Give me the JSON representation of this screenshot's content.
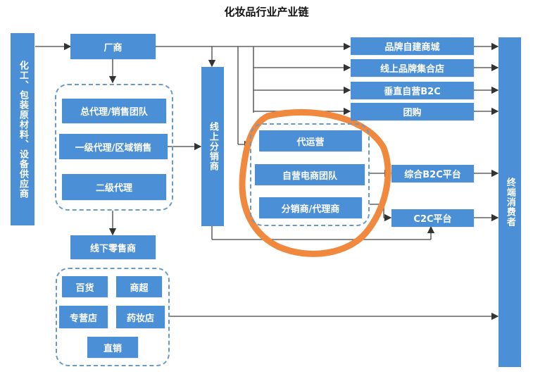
{
  "title": "化妆品行业产业链",
  "nodes": {
    "supplier": "化工、包装原材料、设备供应商",
    "manufacturer": "厂商",
    "general_agent": "总代理/销售团队",
    "first_agent": "一级代理/区域销售",
    "second_agent": "二级代理",
    "online_dist": "线上分销商",
    "brand_mall": "品牌自建商城",
    "brand_store": "线上品牌集合店",
    "vertical_b2c": "垂直自营B2C",
    "group_buy": "团购",
    "agency_ops": "代运营",
    "self_team": "自营电商团队",
    "dist_agent": "分销商/代理商",
    "comp_b2c": "综合B2C平台",
    "c2c": "C2C平台",
    "offline_retail": "线下零售商",
    "dept_store": "百货",
    "supermarket": "商超",
    "specialty_store": "专营店",
    "pharmacy": "药妆店",
    "direct_sale": "直销",
    "consumer": "终端消费者"
  },
  "colors": {
    "box": "#4b8fd6",
    "dashed": "#6a9bc6",
    "arrow": "#333333",
    "highlight": "#f0883e"
  }
}
